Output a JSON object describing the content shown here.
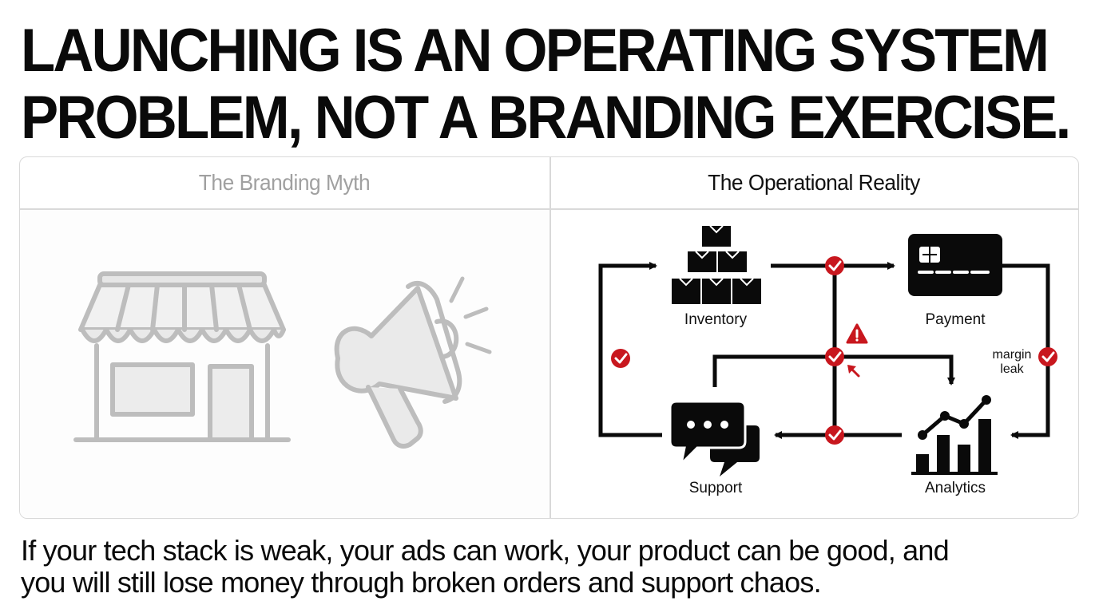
{
  "headline": {
    "line1": "LAUNCHING IS AN OPERATING SYSTEM",
    "line2": "PROBLEM, NOT A BRANDING EXERCISE."
  },
  "comparison": {
    "left_title": "The Branding Myth",
    "right_title": "The Operational Reality"
  },
  "myth_icons": [
    "storefront-icon",
    "megaphone-icon"
  ],
  "reality": {
    "nodes": {
      "inventory": {
        "label": "Inventory",
        "icon": "boxes-icon"
      },
      "payment": {
        "label": "Payment",
        "icon": "credit-card-icon"
      },
      "support": {
        "label": "Support",
        "icon": "chat-bubbles-icon"
      },
      "analytics": {
        "label": "Analytics",
        "icon": "bar-chart-icon"
      }
    },
    "annotation": {
      "line1": "margin",
      "line2": "leak"
    },
    "markers": [
      "check-icon",
      "warning-icon"
    ]
  },
  "footer": {
    "line1": "If your tech stack is weak, your ads can work, your product can be good, and",
    "line2": "you will still lose money through broken orders and support chaos."
  },
  "colors": {
    "text": "#0a0a0a",
    "muted": "#a0a0a0",
    "border": "#d9d9d9",
    "accent": "#c8171e",
    "icon_gray": "#bdbdbd"
  }
}
